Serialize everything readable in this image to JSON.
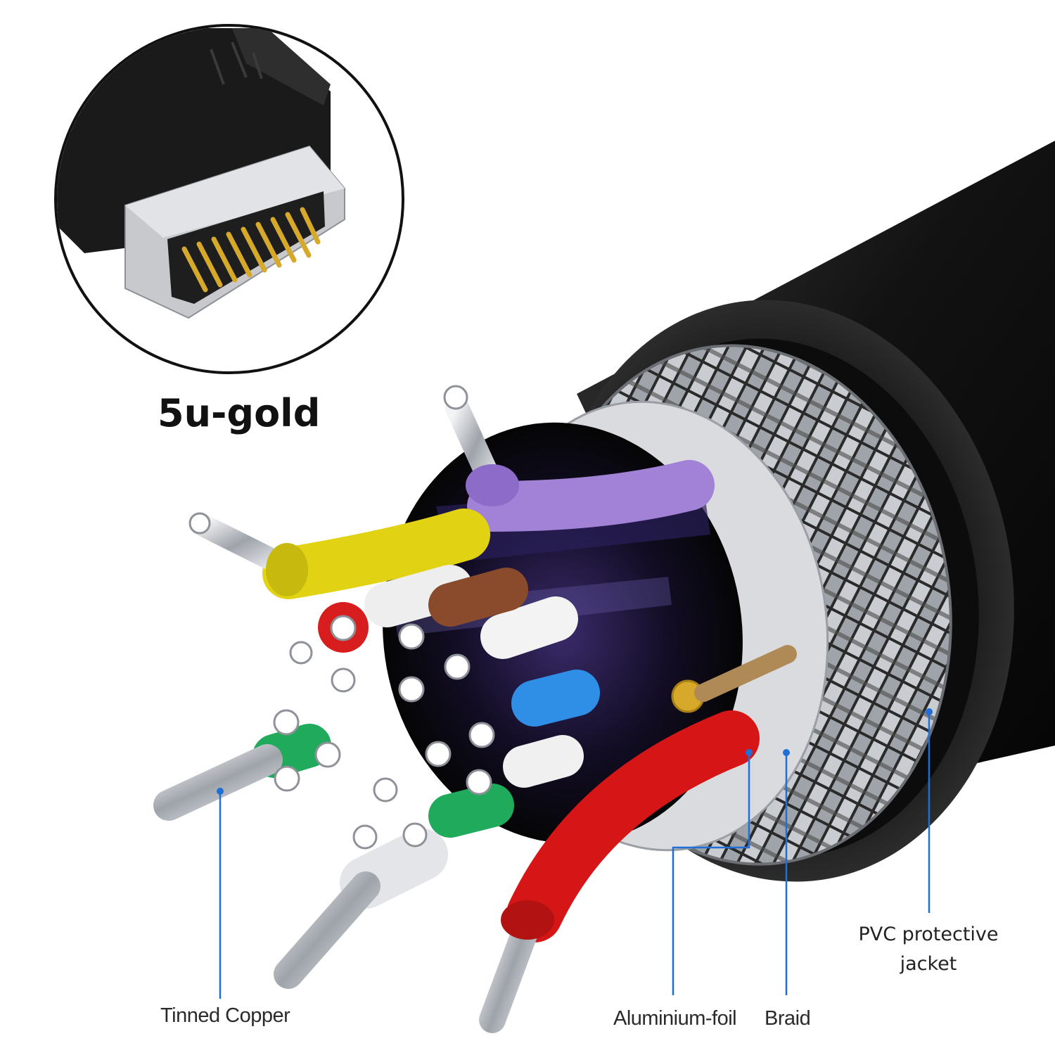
{
  "inset": {
    "label": "5u-gold"
  },
  "callouts": {
    "tinned_copper": "Tinned Copper",
    "aluminium_foil": "Aluminium-foil",
    "braid": "Braid",
    "pvc_line1": "PVC protective",
    "pvc_line2": "jacket"
  },
  "colors": {
    "leader": "#1f6fd6",
    "jacket": "#141414",
    "gold": "#d6a92a",
    "conductor": "#b9bcc2"
  }
}
